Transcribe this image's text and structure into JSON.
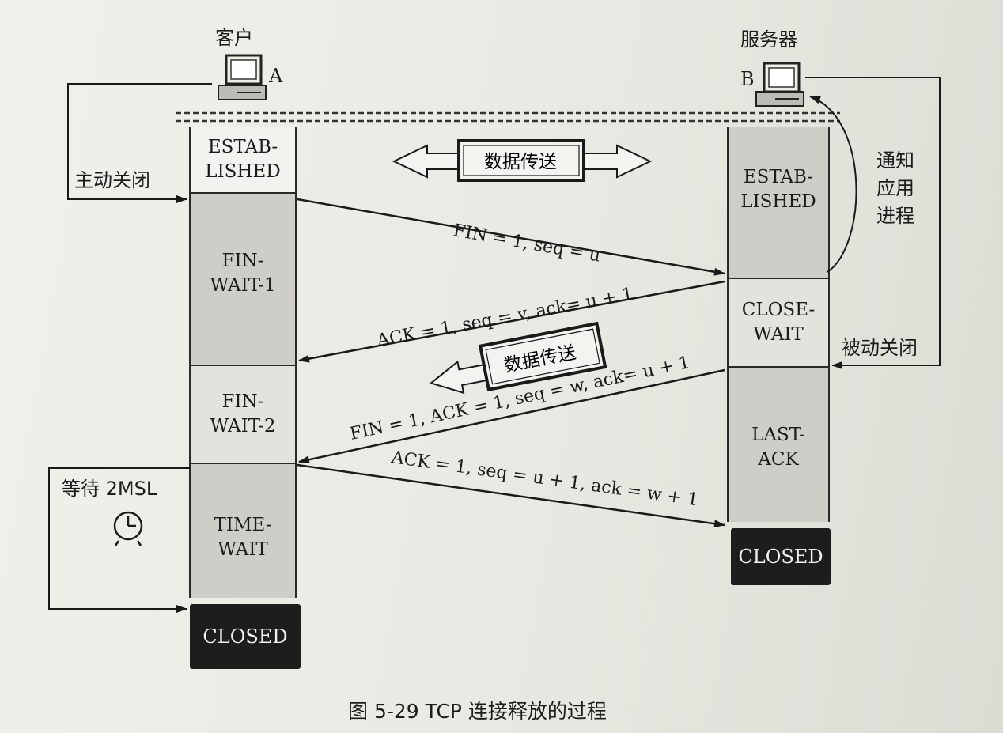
{
  "hosts": {
    "client_title": "客户",
    "client_letter": "A",
    "server_title": "服务器",
    "server_letter": "B"
  },
  "annotations": {
    "active_close": "主动关闭",
    "passive_close": "被动关闭",
    "notify_app": "通知\n应用\n进程",
    "wait_2msl": "等待 2MSL"
  },
  "client_states": {
    "established": "ESTAB-\nLISHED",
    "fin_wait_1": "FIN-\nWAIT-1",
    "fin_wait_2": "FIN-\nWAIT-2",
    "time_wait": "TIME-\nWAIT",
    "closed": "CLOSED"
  },
  "server_states": {
    "established": "ESTAB-\nLISHED",
    "close_wait": "CLOSE-\nWAIT",
    "last_ack": "LAST-\nACK",
    "closed": "CLOSED"
  },
  "data_transfer": {
    "bidirectional": "数据传送",
    "server_to_client": "数据传送"
  },
  "messages": {
    "m1": "FIN = 1, seq = u",
    "m2": "ACK = 1, seq = v, ack= u + 1",
    "m3": "FIN = 1, ACK = 1, seq = w, ack= u + 1",
    "m4": "ACK = 1, seq = u + 1, ack = w + 1"
  },
  "caption": "图 5-29    TCP 连接释放的过程"
}
